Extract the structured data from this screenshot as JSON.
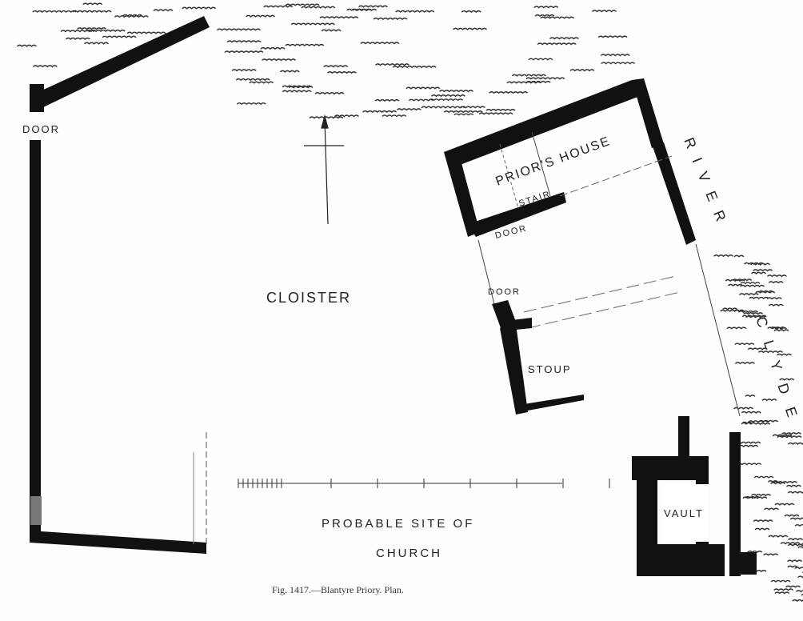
{
  "labels": {
    "door_west": "DOOR",
    "cloister": "CLOISTER",
    "priors_house": "PRIOR'S HOUSE",
    "stair": "STAIR",
    "door_prior": "DOOR",
    "door_east": "DOOR",
    "stoup": "STOUP",
    "vault": "VAULT",
    "church_line1": "PROBABLE SITE OF",
    "church_line2": "CHURCH",
    "river_word1": "RIVER",
    "river_word2": "CLYDE"
  },
  "caption": "Fig. 1417.—Blantyre Priory.   Plan."
}
